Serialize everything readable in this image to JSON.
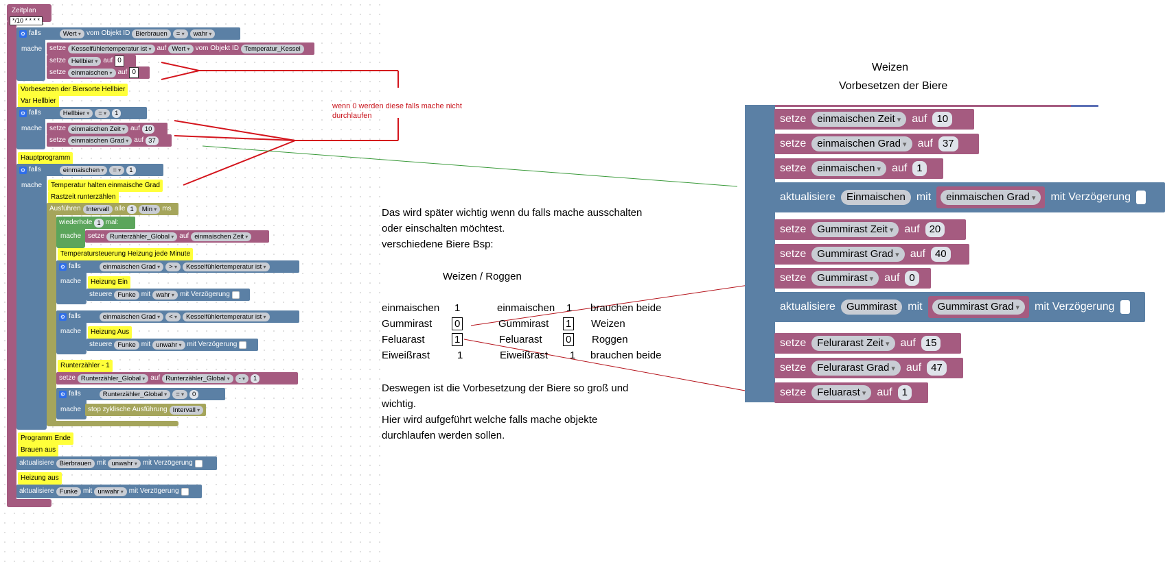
{
  "colors": {
    "event": "#a55b80",
    "logic": "#5b80a5",
    "variable": "#a55b80",
    "loop": "#5ba55b",
    "timer": "#a5a55b",
    "comment": "#ffff3a",
    "redline": "#d4141c",
    "greenline": "#3a9a3a"
  },
  "workspace": {
    "trigger": {
      "title": "Zeitplan",
      "cron": "*/10 * * * *"
    },
    "falls": "falls",
    "mache": "mache",
    "setze": "setze",
    "auf": "auf",
    "mit": "mit",
    "mit_verzoegerung": "mit Verzögerung",
    "steuere": "steuere",
    "if1": {
      "cond": [
        "Wert",
        "vom Objekt ID",
        "Bierbrauen",
        "=",
        "wahr"
      ],
      "do": [
        {
          "var": "Kesselfühlertemperatur ist",
          "val_a": "Wert",
          "val_b": "vom Objekt ID",
          "val_c": "Temperatur_Kessel"
        },
        {
          "var": "Hellbier",
          "val": "0"
        },
        {
          "var": "einmaischen",
          "val": "0"
        }
      ]
    },
    "comments": {
      "c1": "Vorbesetzen der Biersorte Hellbier",
      "c2": "Var Hellbier",
      "c3": "Hauptprogramm",
      "c4": "Temperatur halten einmaische Grad",
      "c5": "Rastzeit runterzählen",
      "c6": "Temperatursteuerung Heizung jede Minute",
      "c7": "Heizung Ein",
      "c8": "Heizung Aus",
      "c9": "Runterzähler - 1",
      "c10": "Programm Ende",
      "c11": "Brauen aus",
      "c12": "Heizung aus"
    },
    "if2": {
      "var": "Hellbier",
      "op": "=",
      "num": "1",
      "do": [
        {
          "var": "einmaischen Zeit",
          "val": "10"
        },
        {
          "var": "einmaischen Grad",
          "val": "37"
        }
      ]
    },
    "if3": {
      "var": "einmaischen",
      "op": "=",
      "num": "1"
    },
    "interval": {
      "label": "Ausführen",
      "name": "Intervall",
      "alle": "alle",
      "n": "1",
      "unit": "Min",
      "ms": "ms"
    },
    "repeat": {
      "label": "wiederhole",
      "n": "1",
      "mal": "mal:",
      "var": "Runterzähler_Global",
      "src": "einmaischen Zeit"
    },
    "if4": {
      "a": "einmaischen Grad",
      "op": ">",
      "b": "Kesselfühlertemperatur ist",
      "dev": "Funke",
      "val": "wahr"
    },
    "if5": {
      "a": "einmaischen Grad",
      "op": "<",
      "b": "Kesselfühlertemperatur ist",
      "dev": "Funke",
      "val": "unwahr"
    },
    "dec": {
      "var": "Runterzähler_Global",
      "op": "-",
      "n": "1"
    },
    "if6": {
      "var": "Runterzähler_Global",
      "op": "=",
      "n": "0",
      "stop": "stop zyklische Ausführung",
      "name": "Intervall"
    },
    "end1": {
      "label": "aktualisiere",
      "obj": "Bierbrauen",
      "val": "unwahr"
    },
    "end2": {
      "label": "aktualisiere",
      "obj": "Funke",
      "val": "unwahr"
    }
  },
  "annotation": {
    "red_note": "wenn 0 werden diese falls mache nicht durchlaufen"
  },
  "explanation": {
    "p1": [
      "Das wird später wichtig wenn du falls mache ausschalten",
      "oder einschalten möchtest.",
      "verschiedene Biere Bsp:"
    ],
    "header": "Weizen / Roggen",
    "rows": [
      {
        "a": "einmaischen",
        "av": "1",
        "b": "einmaischen",
        "bv": "1",
        "c": "brauchen beide",
        "fa": false,
        "fb": false
      },
      {
        "a": "Gummirast",
        "av": "0",
        "b": "Gummirast",
        "bv": "1",
        "c": "Weizen",
        "fa": true,
        "fb": true
      },
      {
        "a": "Feluarast",
        "av": "1",
        "b": "Feluarast",
        "bv": "0",
        "c": "Roggen",
        "fa": true,
        "fb": true
      },
      {
        "a": "Eiweißrast",
        "av": "1",
        "b": "Eiweißrast",
        "bv": "1",
        "c": "brauchen beide",
        "fa": false,
        "fb": false
      }
    ],
    "p2": [
      "Deswegen ist die Vorbesetzung der Biere so groß und",
      "wichtig.",
      "Hier wird aufgeführt welche  falls mache objekte",
      "durchlaufen werden sollen."
    ]
  },
  "zoom": {
    "title1": "Weizen",
    "title2": "Vorbesetzen der Biere",
    "rows": [
      {
        "kind": "set",
        "var": "einmaischen Zeit",
        "val": "10"
      },
      {
        "kind": "set",
        "var": "einmaischen Grad",
        "val": "37"
      },
      {
        "kind": "set",
        "var": "einmaischen",
        "val": "1"
      },
      {
        "kind": "upd",
        "obj": "Einmaischen",
        "src": "einmaischen Grad"
      },
      {
        "kind": "set",
        "var": "Gummirast Zeit",
        "val": "20"
      },
      {
        "kind": "set",
        "var": "Gummirast Grad",
        "val": "40"
      },
      {
        "kind": "set",
        "var": "Gummirast",
        "val": "0"
      },
      {
        "kind": "upd",
        "obj": "Gummirast",
        "src": "Gummirast Grad"
      },
      {
        "kind": "set",
        "var": "Felurarast Zeit",
        "val": "15"
      },
      {
        "kind": "set",
        "var": "Felurarast Grad",
        "val": "47"
      },
      {
        "kind": "set",
        "var": "Feluarast",
        "val": "1"
      }
    ],
    "setze": "setze",
    "auf": "auf",
    "aktualisiere": "aktualisiere",
    "mit": "mit",
    "mit_verzoegerung": "mit Verzögerung"
  }
}
